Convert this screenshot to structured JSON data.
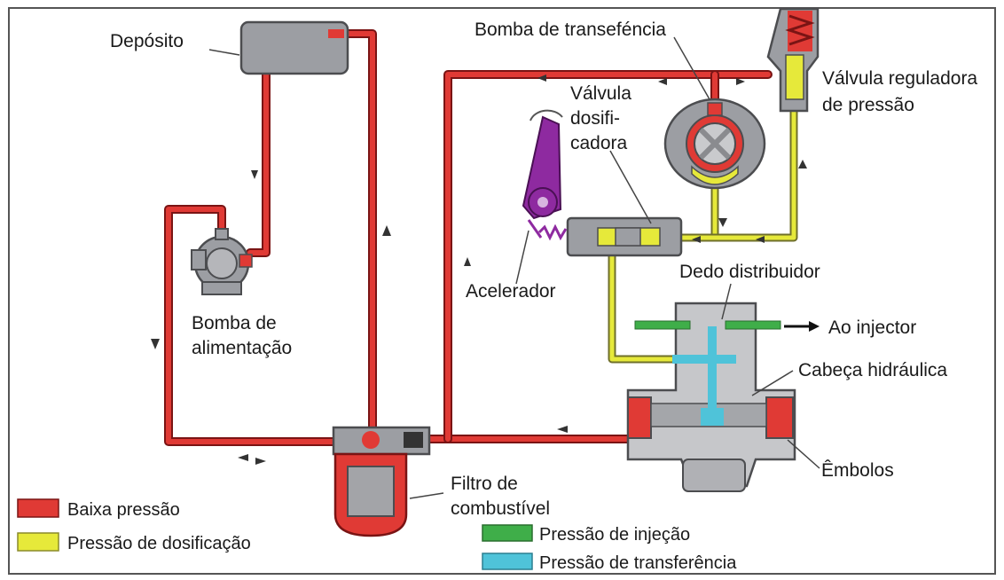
{
  "labels": {
    "deposito": "Depósito",
    "bomba_transferencia": "Bomba de transeféncia",
    "valvula_reguladora_1": "Válvula reguladora",
    "valvula_reguladora_2": "de pressão",
    "valvula_dosif_1": "Válvula",
    "valvula_dosif_2": "dosifi-",
    "valvula_dosif_3": "cadora",
    "acelerador": "Acelerador",
    "dedo_distribuidor": "Dedo distribuidor",
    "ao_injector": "Ao injector",
    "cabeca_hidraulica": "Cabeça hidráulica",
    "embolos": "Êmbolos",
    "bomba_alimentacao_1": "Bomba de",
    "bomba_alimentacao_2": "alimentação",
    "filtro_1": "Filtro de",
    "filtro_2": "combustível"
  },
  "legend": [
    {
      "label": "Baixa pressão",
      "color": "#e03a35"
    },
    {
      "label": "Pressão de dosificação",
      "color": "#e6e93a"
    },
    {
      "label": "Pressão de injeção",
      "color": "#3fae49"
    },
    {
      "label": "Pressão de transferência",
      "color": "#4fc3d9"
    }
  ],
  "colors": {
    "low_pressure": "#e03a35",
    "dosing_pressure": "#e6e93a",
    "injection_pressure": "#3fae49",
    "transfer_pressure": "#4fc3d9",
    "accelerator": "#8e2aa0"
  }
}
